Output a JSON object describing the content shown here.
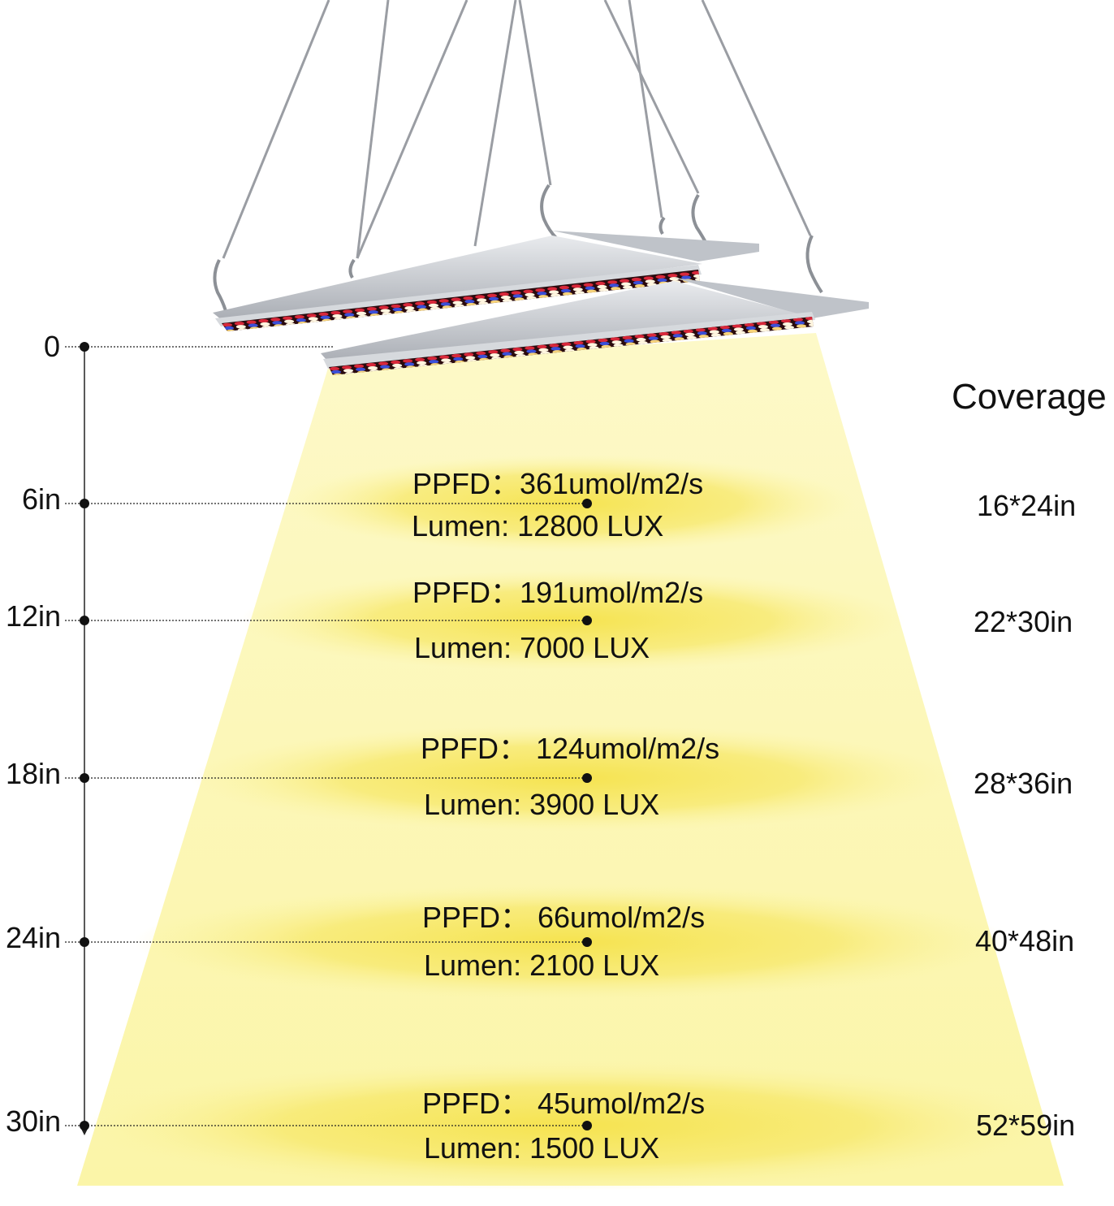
{
  "coverage_title": "Coverage",
  "zero_label": "0",
  "levels": [
    {
      "height": "6in",
      "ppfd": "PPFD：361umol/m2/s",
      "lumen": "Lumen: 12800 LUX",
      "coverage": "16*24in"
    },
    {
      "height": "12in",
      "ppfd": "PPFD：191umol/m2/s",
      "lumen": "Lumen: 7000 LUX",
      "coverage": "22*30in"
    },
    {
      "height": "18in",
      "ppfd": "PPFD： 124umol/m2/s",
      "lumen": "Lumen: 3900 LUX",
      "coverage": "28*36in"
    },
    {
      "height": "24in",
      "ppfd": "PPFD： 66umol/m2/s",
      "lumen": "Lumen: 2100 LUX",
      "coverage": "40*48in"
    },
    {
      "height": "30in",
      "ppfd": "PPFD： 45umol/m2/s",
      "lumen": "Lumen: 1500 LUX",
      "coverage": "52*59in"
    }
  ],
  "colors": {
    "beam": "#fbf7b0",
    "ellipse": "#f7e86a",
    "panel_frame": "#c9ccd1",
    "led_red": "#d8283a",
    "led_blue": "#3a4fd8",
    "led_white": "#fff6e0"
  }
}
